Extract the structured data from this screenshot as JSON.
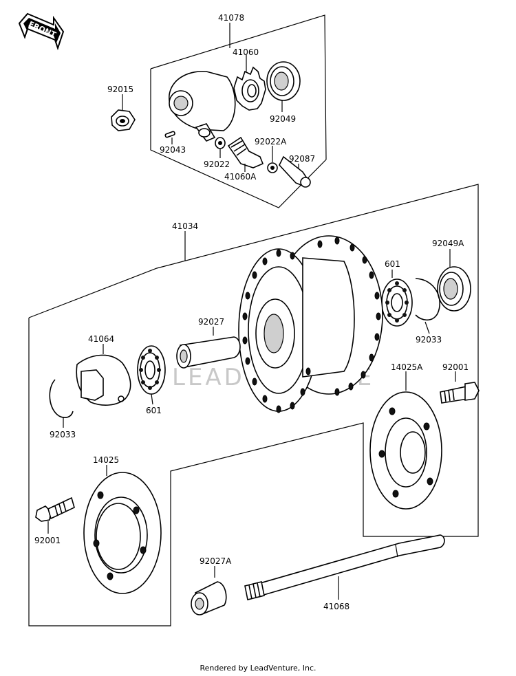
{
  "front_badge": "FRONT",
  "watermark": "LEADVENTURE",
  "footer": "Rendered by LeadVenture, Inc.",
  "parts": {
    "p41078": "41078",
    "p41060": "41060",
    "p92015": "92015",
    "p92049": "92049",
    "p92043": "92043",
    "p92022A": "92022A",
    "p92022": "92022",
    "p92087": "92087",
    "p41060A": "41060A",
    "p41034": "41034",
    "p92049A": "92049A",
    "p601a": "601",
    "p92027": "92027",
    "p41064": "41064",
    "p92033a": "92033",
    "p14025A": "14025A",
    "p92001a": "92001",
    "p601b": "601",
    "p92033b": "92033",
    "p14025": "14025",
    "p92001b": "92001",
    "p92027A": "92027A",
    "p41068": "41068"
  }
}
